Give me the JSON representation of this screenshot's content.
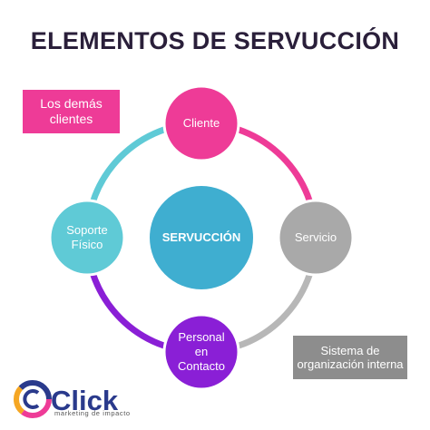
{
  "title": "ELEMENTOS DE SERVUCCIÓN",
  "boxes": {
    "other_clients": "Los demás clientes",
    "internal_system": "Sistema de organización interna"
  },
  "nodes": {
    "center": "SERVUCCIÓN",
    "client": "Cliente",
    "service": "Servicio",
    "contact_staff": "Personal en Contacto",
    "physical_support": "Soporte Físico"
  },
  "colors": {
    "pink": "#ee3b97",
    "gray": "#8d8d8d",
    "purple": "#8a1fd6",
    "teal": "#5fcad6",
    "center_blue": "#3faed0",
    "title": "#2a1f3a"
  },
  "logo": {
    "brand": "Click",
    "tagline": "marketing de impacto"
  }
}
